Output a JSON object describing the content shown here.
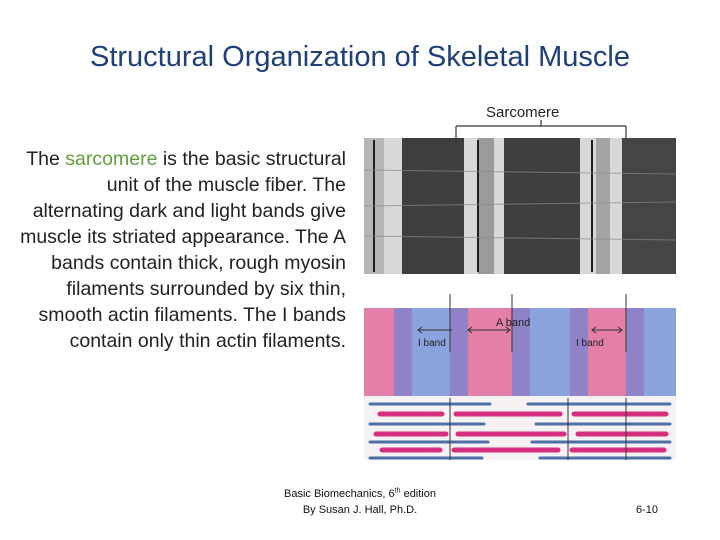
{
  "slide": {
    "title": "Structural Organization of Skeletal Muscle",
    "body": {
      "pre": "The ",
      "highlight": "sarcomere",
      "post": " is the basic structural unit of the muscle fiber. The alternating dark and light bands give muscle its striated appearance. The A bands contain thick, rough myosin filaments surrounded by six thin, smooth actin filaments. The I bands contain only thin actin filaments."
    },
    "figure": {
      "sarcomere_label": "Sarcomere",
      "a_band_label": "A band",
      "i_band_left_label": "I band",
      "i_band_right_label": "I band"
    },
    "citation": {
      "line1_pre": "Basic Biomechanics, 6",
      "line1_sup": "th",
      "line1_post": " edition",
      "line2": "By Susan J. Hall, Ph.D."
    },
    "page_number": "6-10"
  },
  "colors": {
    "title": "#1f3f7a",
    "highlight": "#5e9e3e",
    "pink_band": "#e47fa8",
    "purple_band": "#8f82c6",
    "blue_band": "#8aa3dc",
    "myosin": "#d62f7e",
    "actin": "#4d6fa6"
  }
}
